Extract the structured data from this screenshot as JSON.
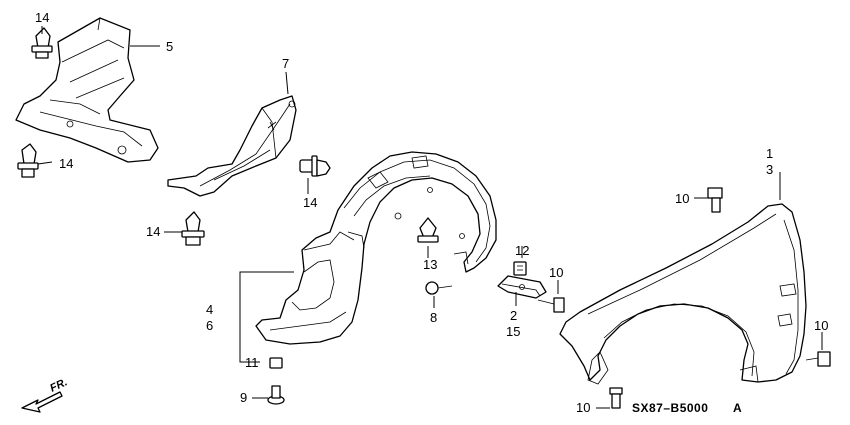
{
  "diagram": {
    "callouts": {
      "c1": "1",
      "c3": "3",
      "c2": "2",
      "c15": "15",
      "c4": "4",
      "c6": "6",
      "c5": "5",
      "c7": "7",
      "c8": "8",
      "c9": "9",
      "c11": "11",
      "c12": "12",
      "c13": "13",
      "c14a": "14",
      "c14b": "14",
      "c14c": "14",
      "c14d": "14",
      "c10a": "10",
      "c10b": "10",
      "c10c": "10",
      "c10d": "10"
    },
    "direction_label": "FR.",
    "diagram_code": "SX87–B5000",
    "revision": "A"
  }
}
